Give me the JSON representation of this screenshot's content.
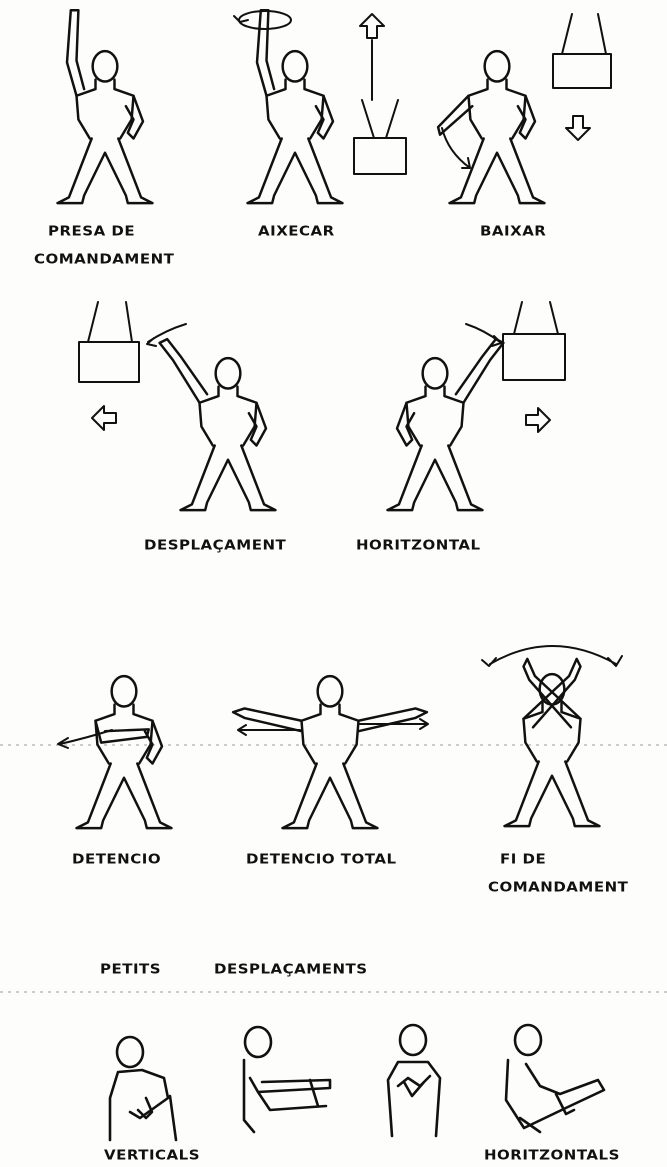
{
  "labels": {
    "presa_line1": "PRESA DE",
    "presa_line2": "COMANDAMENT",
    "aixecar": "AIXECAR",
    "baixar": "BAIXAR",
    "desplacament": "DESPLAÇAMENT",
    "horitzontal": "HORITZONTAL",
    "detencio": "DETENCIO",
    "detencio_total": "DETENCIO TOTAL",
    "fi_line1": "FI DE",
    "fi_line2": "COMANDAMENT",
    "petits": "PETITS",
    "desplacaments": "DESPLAÇAMENTS",
    "verticals": "VERTICALS",
    "horitzontals": "HORITZONTALS"
  }
}
